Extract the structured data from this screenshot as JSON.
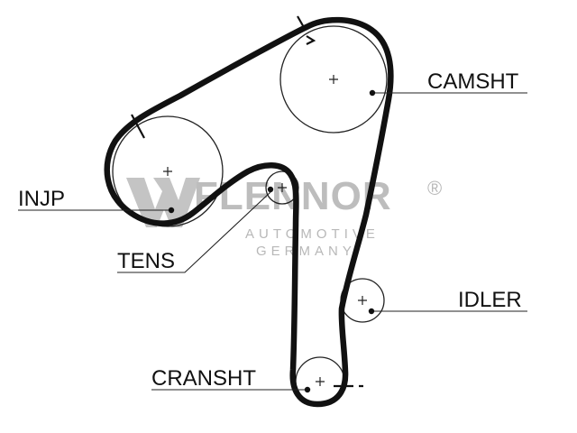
{
  "diagram": {
    "labels": {
      "camshaft": "CAMSHT",
      "injection_pump": "INJP",
      "tensioner": "TENS",
      "idler": "IDLER",
      "crankshaft": "CRANSHT"
    }
  },
  "watermark": {
    "brand": "FLENNOR",
    "registered": "®",
    "line1": "AUTOMOTIVE",
    "line2": "GERMANY"
  },
  "colors": {
    "belt": "#111111",
    "pulley": "#222222",
    "watermark": "#bdbdbd"
  }
}
